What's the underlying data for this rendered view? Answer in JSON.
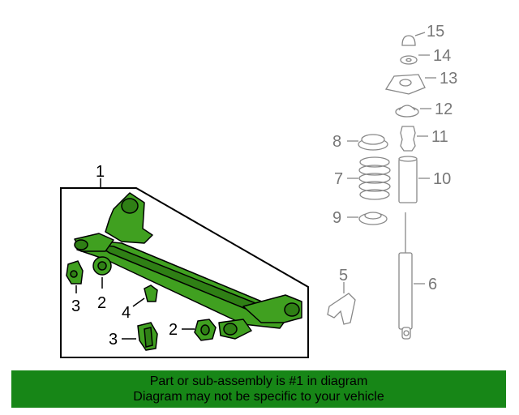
{
  "callouts": {
    "c1": "1",
    "c2a": "2",
    "c2b": "2",
    "c3a": "3",
    "c3b": "3",
    "c4": "4",
    "c5": "5",
    "c6": "6",
    "c7": "7",
    "c8": "8",
    "c9": "9",
    "c10": "10",
    "c11": "11",
    "c12": "12",
    "c13": "13",
    "c14": "14",
    "c15": "15"
  },
  "banner": {
    "line1": "Part or sub-assembly is #1 in diagram",
    "line2": "Diagram may not be specific to your vehicle"
  },
  "colors": {
    "highlight": "#40a020",
    "banner": "#178617",
    "outline": "#000000",
    "inactive": "#888888"
  }
}
